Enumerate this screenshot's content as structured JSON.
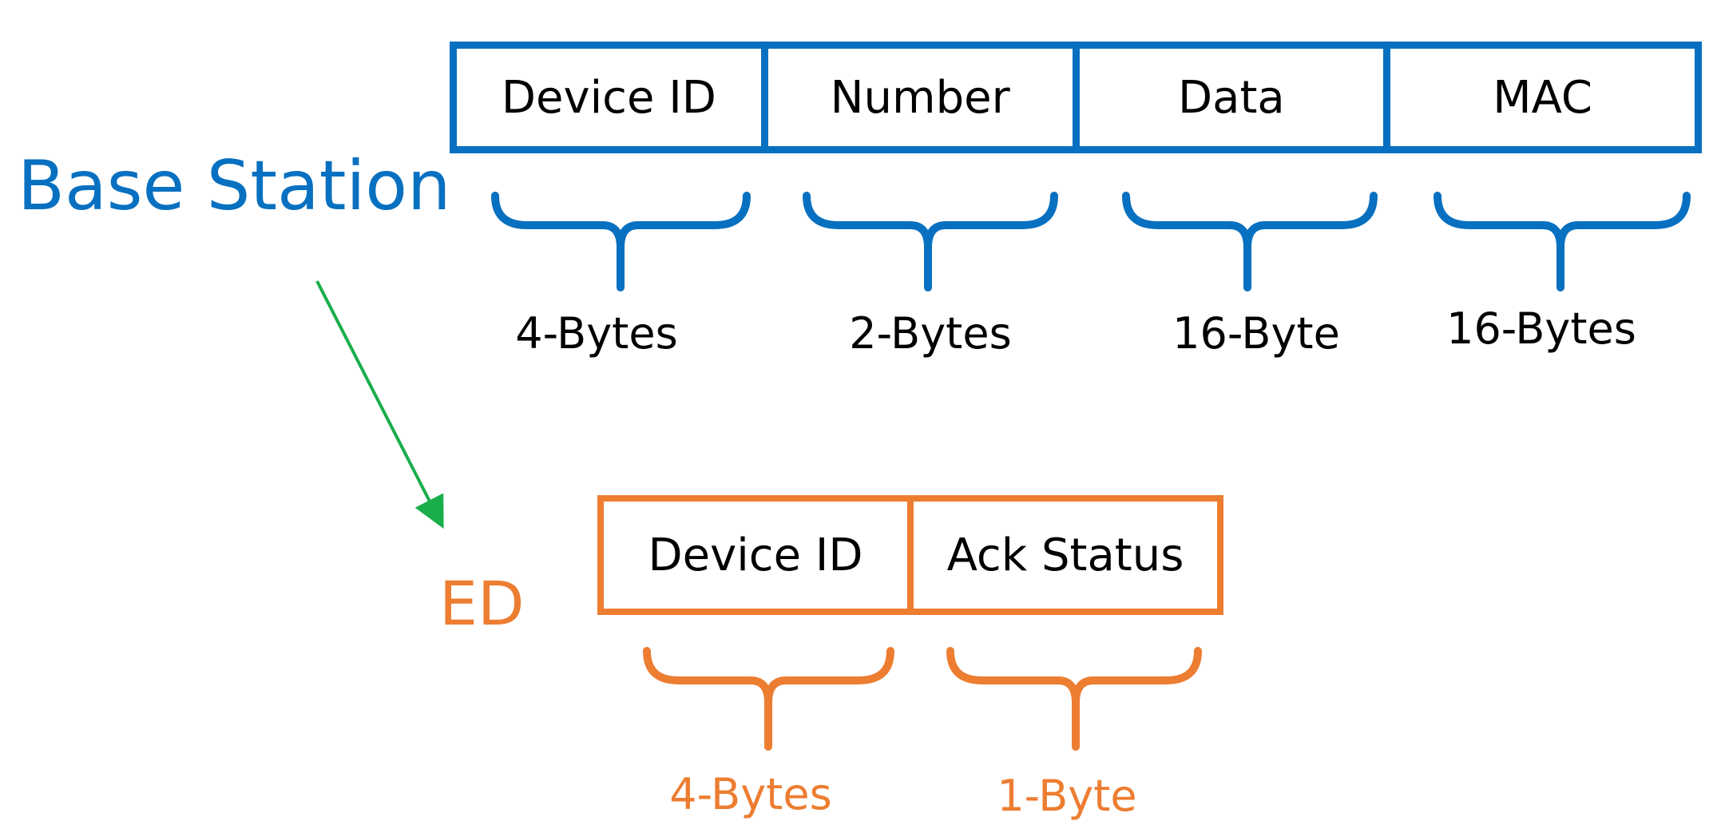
{
  "base_station": {
    "title": "Base Station",
    "color": "#0870C0",
    "fields": [
      {
        "name": "Device ID",
        "size": "4-Bytes"
      },
      {
        "name": "Number",
        "size": "2-Bytes"
      },
      {
        "name": "Data",
        "size": "16-Byte"
      },
      {
        "name": "MAC",
        "size": "16-Bytes"
      }
    ]
  },
  "ed": {
    "title": "ED",
    "color": "#ED7D31",
    "fields": [
      {
        "name": "Device ID",
        "size": "4-Bytes"
      },
      {
        "name": "Ack Status",
        "size": "1-Byte"
      }
    ]
  },
  "arrow": {
    "color": "#1AAE4A"
  }
}
